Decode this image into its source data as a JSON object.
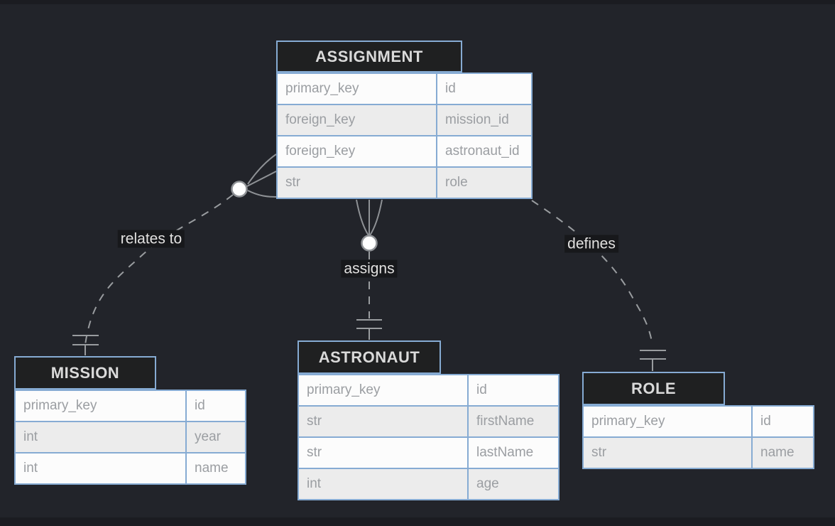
{
  "diagram": {
    "type": "entity-relationship",
    "colors": {
      "background": "#22242a",
      "entity_border": "#86abd3",
      "entity_header_bg": "#1f2021",
      "row_odd_bg": "#fcfcfc",
      "row_even_bg": "#ececec",
      "row_text": "#9b9ea2",
      "relationship_line": "#999c9f"
    },
    "entities": {
      "assignment": {
        "title": "ASSIGNMENT",
        "rows": [
          [
            "primary_key",
            "id"
          ],
          [
            "foreign_key",
            "mission_id"
          ],
          [
            "foreign_key",
            "astronaut_id"
          ],
          [
            "str",
            "role"
          ]
        ]
      },
      "mission": {
        "title": "MISSION",
        "rows": [
          [
            "primary_key",
            "id"
          ],
          [
            "int",
            "year"
          ],
          [
            "int",
            "name"
          ]
        ]
      },
      "astronaut": {
        "title": "ASTRONAUT",
        "rows": [
          [
            "primary_key",
            "id"
          ],
          [
            "str",
            "firstName"
          ],
          [
            "str",
            "lastName"
          ],
          [
            "int",
            "age"
          ]
        ]
      },
      "role": {
        "title": "ROLE",
        "rows": [
          [
            "primary_key",
            "id"
          ],
          [
            "str",
            "name"
          ]
        ]
      }
    },
    "relationships": {
      "relates_to": {
        "label": "relates to",
        "from": "ASSIGNMENT",
        "to": "MISSION",
        "from_cardinality": "zero-or-many",
        "to_cardinality": "exactly-one",
        "line_style": "dashed"
      },
      "assigns": {
        "label": "assigns",
        "from": "ASSIGNMENT",
        "to": "ASTRONAUT",
        "from_cardinality": "zero-or-many",
        "to_cardinality": "exactly-one",
        "line_style": "dashed"
      },
      "defines": {
        "label": "defines",
        "from": "ASSIGNMENT",
        "to": "ROLE",
        "from_cardinality": "unspecified",
        "to_cardinality": "exactly-one",
        "line_style": "dashed"
      }
    }
  }
}
